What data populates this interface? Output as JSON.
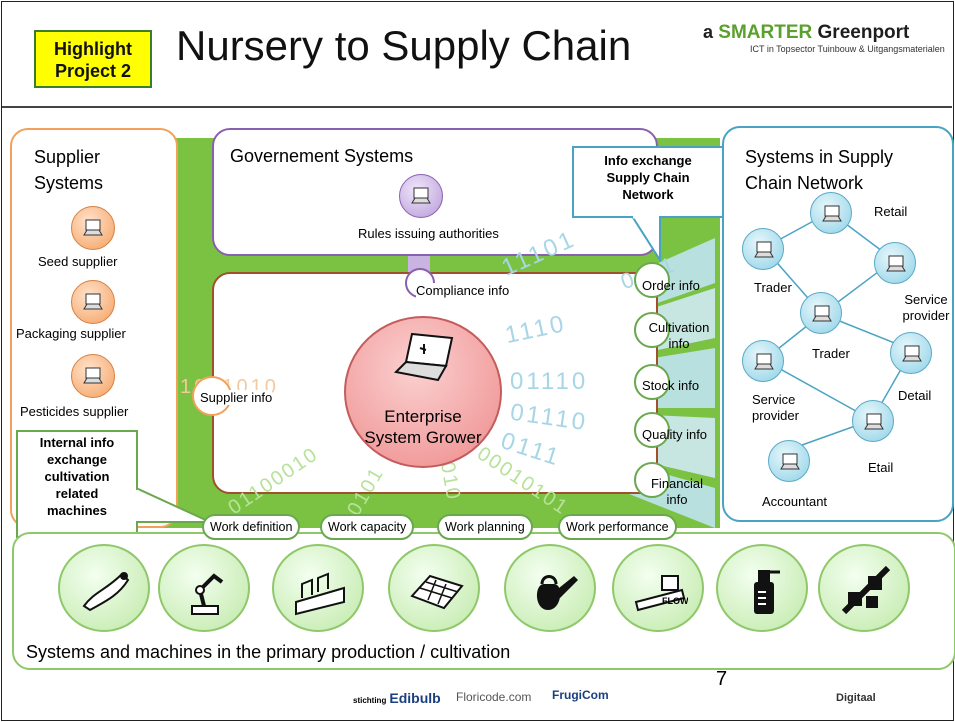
{
  "header": {
    "highlight_line1": "Highlight",
    "highlight_line2": "Project 2",
    "title": "Nursery to Supply Chain",
    "brand_a": "a",
    "brand_smarter": "SMARTER",
    "brand_greenport": "Greenport",
    "brand_sub": "ICT in Topsector Tuinbouw & Uitgangsmaterialen"
  },
  "supplier": {
    "title_line1": "Supplier",
    "title_line2": "Systems",
    "items": [
      "Seed supplier",
      "Packaging supplier",
      "Pesticides supplier"
    ]
  },
  "government": {
    "title": "Governement Systems",
    "node_label": "Rules issuing authorities"
  },
  "supply_chain": {
    "title_line1": "Systems in Supply",
    "title_line2": "Chain Network",
    "nodes": [
      "Retail",
      "Trader",
      "Service provider",
      "Trader",
      "Detail",
      "Service provider",
      "Etail",
      "Accountant"
    ]
  },
  "center": {
    "line1": "Enterprise",
    "line2": "System Grower",
    "compliance": "Compliance info",
    "supplier_info": "Supplier info"
  },
  "info_items": [
    "Order info",
    "Cultivation info",
    "Stock info",
    "Quality info",
    "Financial info"
  ],
  "work_items": [
    "Work definition",
    "Work capacity",
    "Work planning",
    "Work performance"
  ],
  "callouts": {
    "supply_chain_exchange": [
      "Info exchange",
      "Supply Chain",
      "Network"
    ],
    "internal_exchange": [
      "Internal info",
      "exchange",
      "cultivation",
      "related",
      "machines"
    ]
  },
  "bottom": {
    "caption": "Systems and machines in the primary production / cultivation",
    "page_number": "7"
  },
  "binary_text": {
    "left": "1001010",
    "right_a": "0111",
    "right_b": "11101",
    "right_c": "0111",
    "right_d": "1110",
    "right_e": "01110",
    "right_f": "01110",
    "diag_a": "01100010",
    "diag_b": "0101",
    "diag_c": "010",
    "diag_d": "00010101"
  },
  "footer_logos": {
    "edibulb_small": "stichting",
    "edibulb": "Edibulb",
    "floricode": "Floricode.com",
    "frugicom": "FrugiCom",
    "digitaal": "Digitaal"
  },
  "icons": [
    "laptop-icon",
    "caterpillar-icon",
    "robot-arm-icon",
    "factory-icon",
    "greenhouse-icon",
    "watering-can-icon",
    "flow-machine-icon",
    "spray-bottle-icon",
    "boxes-icon"
  ],
  "colors": {
    "highlight": "#ffff00",
    "green_band": "#7cc242",
    "supplier_border": "#f2a15a",
    "government_border": "#8b5fb0",
    "enterprise_border": "#a0502a",
    "supply_border": "#4aa3c4",
    "center_fill": "#f39a9a"
  }
}
